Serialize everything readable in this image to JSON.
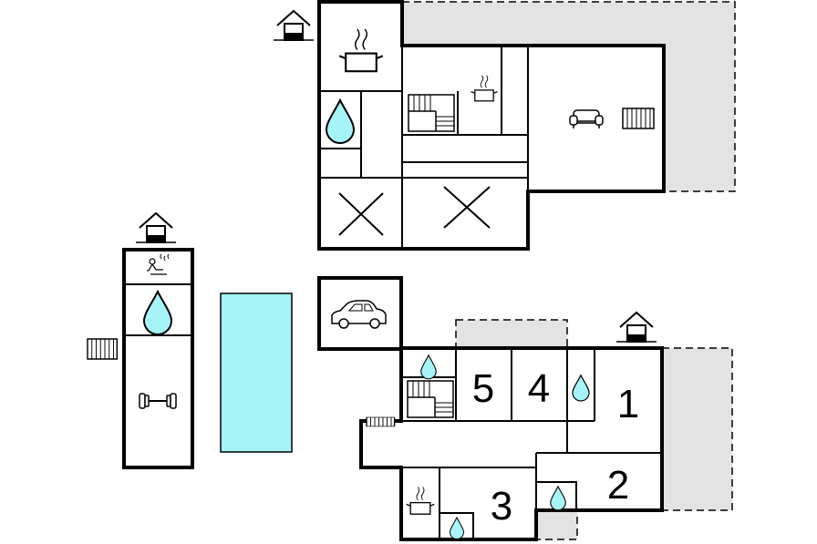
{
  "colors": {
    "wall": "#000000",
    "terrace": "#e3e3e3",
    "pool": "#a6f4f7",
    "water": "#a6f4f7",
    "background": "#ffffff"
  },
  "rooms": [
    {
      "number": "5",
      "icon": "bedroom"
    },
    {
      "number": "4",
      "icon": "bedroom"
    },
    {
      "number": "1",
      "icon": "bedroom"
    },
    {
      "number": "2",
      "icon": "bedroom"
    },
    {
      "number": "3",
      "icon": "bedroom"
    }
  ],
  "icons": [
    "entrance-icon",
    "cooking-pot-icon",
    "water-drop-icon",
    "staircase-icon",
    "sofa-icon",
    "radiator-icon",
    "car-icon",
    "sauna-icon",
    "dumbbell-icon",
    "pool"
  ]
}
